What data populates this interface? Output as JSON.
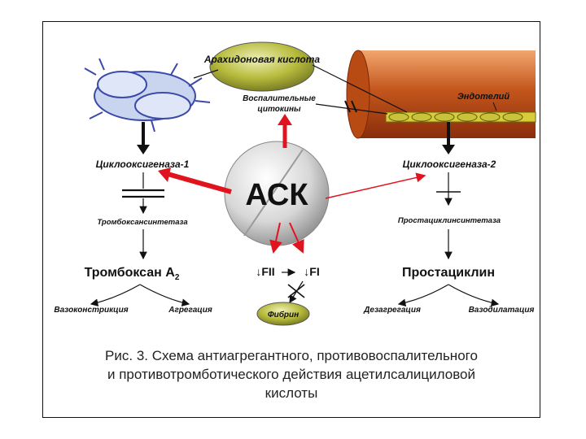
{
  "diagram": {
    "arachidonic_acid": "Арахидоновая кислота",
    "inflammatory_cytokines_line1": "Воспалительные",
    "inflammatory_cytokines_line2": "цитокины",
    "endothelium": "Эндотелий",
    "cox1": "Циклооксигеназа-1",
    "cox2": "Циклооксигеназа-2",
    "ask": "АСК",
    "thromboxane_synthetase": "Тромбоксансинтетаза",
    "prostacyclin_synthetase": "Простациклинсинтетаза",
    "thromboxane": "Тромбоксан А",
    "thromboxane_sub": "2",
    "fii": "↓FII",
    "fi": "↓FI",
    "prostacyclin": "Простациклин",
    "vasoconstriction": "Вазоконстрикция",
    "aggregation": "Агрегация",
    "disaggregation": "Дезагрегация",
    "vasodilation": "Вазодилатация",
    "fibrin": "Фибрин"
  },
  "caption": {
    "line1": "Рис. 3. Схема антиагрегантного, противовоспалительного",
    "line2": "и противотромботического действия ацетилсалициловой",
    "line3": "кислоты"
  },
  "colors": {
    "ask_red": "#e0141e",
    "ellipse_olive": "#b7bb3c",
    "vessel_orange": "#c4561c",
    "endothelium_yellow": "#d8cc3a"
  }
}
